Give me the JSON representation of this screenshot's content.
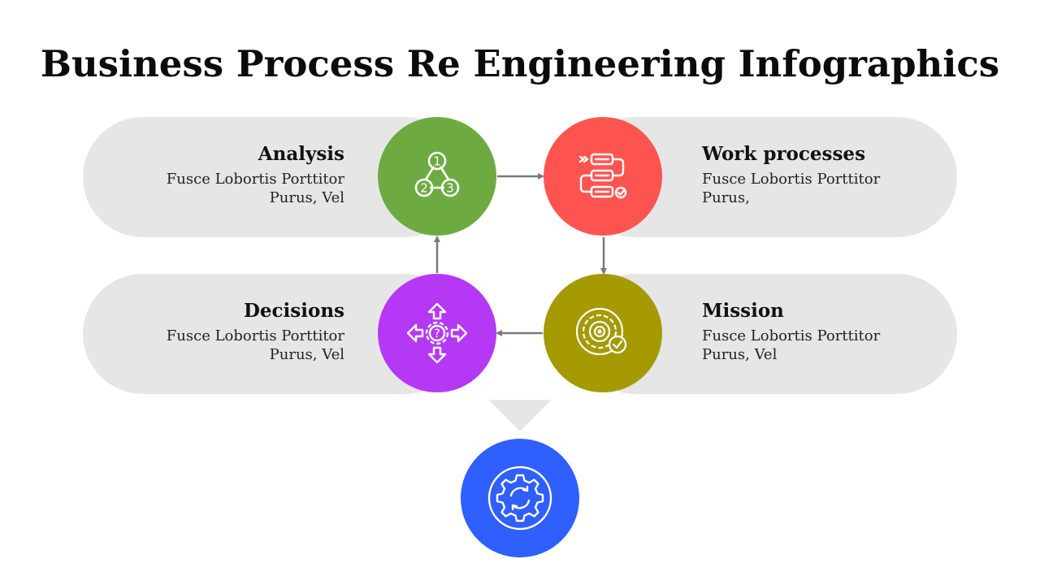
{
  "title": "Business Process Re Engineering Infographics",
  "steps": [
    {
      "title": "Analysis",
      "line1": "Fusce Lobortis Porttitor",
      "line2": "Purus, Vel",
      "color": "#6dab42",
      "icon": "numbered-nodes-icon"
    },
    {
      "title": "Work processes",
      "line1": "Fusce Lobortis Porttitor",
      "line2": "Purus,",
      "color": "#fd5450",
      "icon": "workflow-icon"
    },
    {
      "title": "Mission",
      "line1": "Fusce Lobortis Porttitor",
      "line2": "Purus, Vel",
      "color": "#a59a02",
      "icon": "target-gear-icon"
    },
    {
      "title": "Decisions",
      "line1": "Fusce Lobortis Porttitor",
      "line2": "Purus, Vel",
      "color": "#b538f5",
      "icon": "decision-arrows-icon"
    }
  ],
  "result": {
    "color": "#2f5ffd",
    "icon": "gear-refresh-icon"
  },
  "colors": {
    "pill": "#e6e6e6",
    "arrow": "#7a7a7a"
  }
}
